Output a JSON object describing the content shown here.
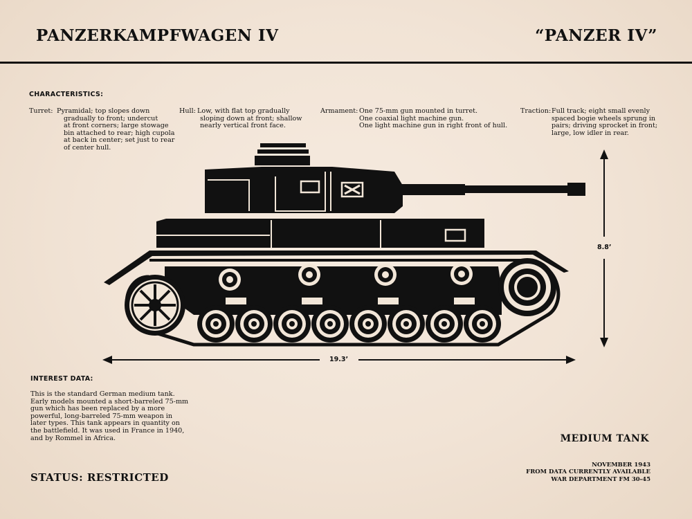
{
  "header": {
    "title_left": "PANZERKAMPFWAGEN IV",
    "title_right": "“PANZER IV”"
  },
  "characteristics": {
    "heading": "CHARACTERISTICS:",
    "turret": {
      "label": "Turret:",
      "lines": [
        "Pyramidal; top slopes down",
        "gradually to front; undercut",
        "at front corners; large stowage",
        "bin attached to rear; high cupola",
        "at back in center; set just to rear",
        "of center hull."
      ]
    },
    "hull": {
      "label": "Hull:",
      "lines": [
        "Low, with flat top gradually",
        "sloping down at front; shallow",
        "nearly vertical front face."
      ]
    },
    "armament": {
      "label": "Armament:",
      "lines": [
        "One 75-mm gun mounted in turret.",
        "One coaxial light machine gun.",
        "One light machine gun in right front of hull."
      ]
    },
    "traction": {
      "label": "Traction:",
      "lines": [
        "Full track; eight small evenly",
        "spaced bogie wheels sprung in",
        "pairs; driving sprocket in front;",
        "large, low idler in rear."
      ]
    }
  },
  "dimensions": {
    "length": "19.3’",
    "height": "8.8’"
  },
  "interest": {
    "heading": "INTEREST DATA:",
    "lines": [
      "This is the standard German medium tank.",
      "Early models mounted a short-barreled 75-mm",
      "gun which has been replaced by a more",
      "powerful, long-barreled 75-mm weapon in",
      "later types. This tank appears in quantity on",
      "the battlefield. It was used in France in 1940,",
      "and by Rommel in Africa."
    ]
  },
  "classification": "MEDIUM TANK",
  "status": "STATUS: RESTRICTED",
  "footer": {
    "line1": "NOVEMBER 1943",
    "line2": "FROM DATA CURRENTLY AVAILABLE",
    "line3": "WAR DEPARTMENT FM 30-45"
  }
}
